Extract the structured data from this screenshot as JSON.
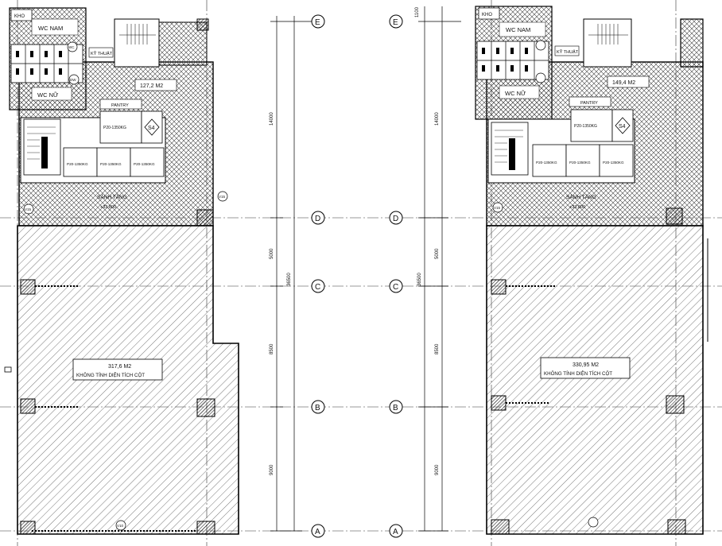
{
  "grid_axes": [
    "E",
    "D",
    "C",
    "B",
    "A"
  ],
  "dimensions": {
    "top": "1100",
    "segments": [
      "14000",
      "5000",
      "8500",
      "9000"
    ],
    "total": "36500"
  },
  "floor_left": {
    "core_area_label": "127,2 M2",
    "main_area_label": "317,6 M2",
    "main_area_note": "KHÔNG TÍNH DIỆN TÍCH CỘT"
  },
  "floor_right": {
    "core_area_label": "149,4 M2",
    "main_area_label": "330,95 M2",
    "main_area_note": "KHÔNG TÍNH DIỆN TÍCH CỘT"
  },
  "rooms": {
    "wc_male": "WC NAM",
    "wc_female": "WC NỮ",
    "storage": "KHO",
    "technical_shaft": "KỸ THUẬT",
    "pantry": "PANTRY",
    "lobby": "SẢNH TẦNG",
    "lobby_level": "+33,800",
    "elevator": "P20-1350KG",
    "fire_elevator_mark": "S4"
  },
  "tags": [
    "WC",
    "DW",
    "V15",
    "V15",
    "V10",
    "V15"
  ]
}
